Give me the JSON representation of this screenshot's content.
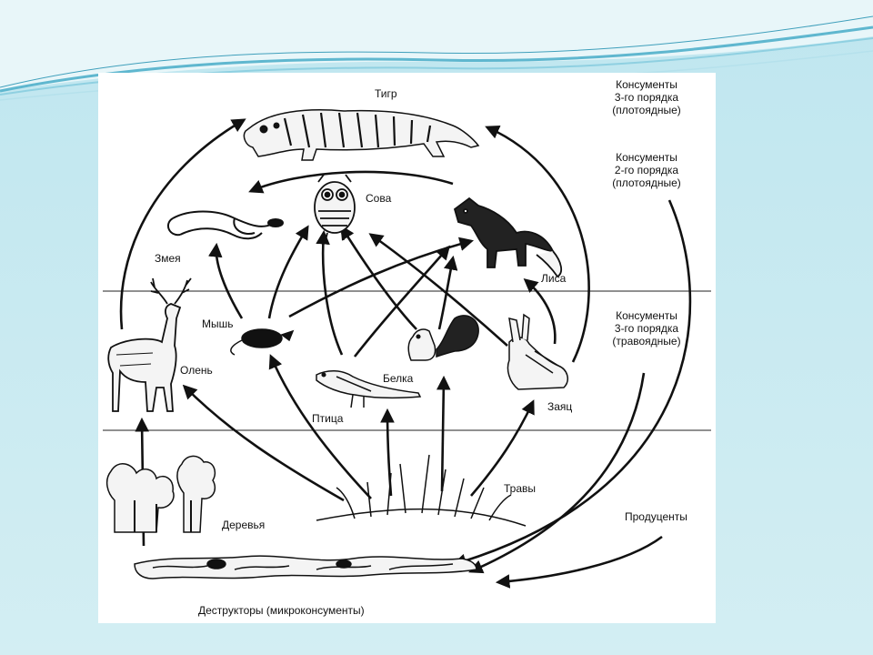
{
  "diagram": {
    "organisms": {
      "tiger": "Тигр",
      "owl": "Сова",
      "snake": "Змея",
      "fox": "Лиса",
      "mouse": "Мышь",
      "deer": "Олень",
      "squirrel": "Белка",
      "bird": "Птица",
      "hare": "Заяц",
      "grasses": "Травы",
      "trees": "Деревья"
    },
    "levels": {
      "third_order_title": "Консументы",
      "third_order_sub1": "3-го порядка",
      "third_order_sub2": "(плотоядные)",
      "second_order_title": "Консументы",
      "second_order_sub1": "2-го порядка",
      "second_order_sub2": "(плотоядные)",
      "herbivore_title": "Консументы",
      "herbivore_sub1": "3-го порядка",
      "herbivore_sub2": "(травоядные)",
      "producers": "Продуценты",
      "decomposers": "Деструкторы (микроконсументы)"
    }
  }
}
